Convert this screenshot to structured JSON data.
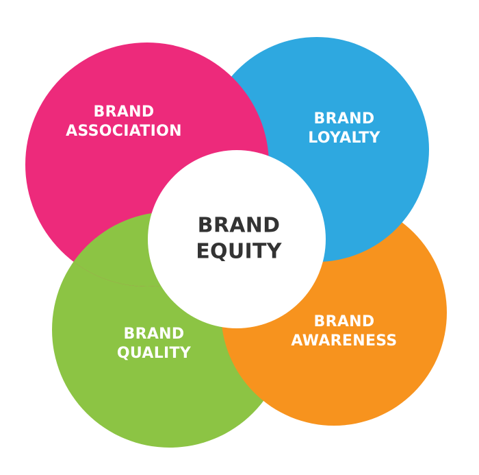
{
  "diagram": {
    "type": "overlapping-circles",
    "center": {
      "line1": "BRAND",
      "line2": "EQUITY",
      "fill": "#FFFFFF",
      "text_color": "#333333"
    },
    "segments": [
      {
        "id": "association",
        "line1": "BRAND",
        "line2": "ASSOCIATION",
        "fill": "#ED2A7B",
        "position": "top-left"
      },
      {
        "id": "loyalty",
        "line1": "BRAND",
        "line2": "LOYALTY",
        "fill": "#2EA8E0",
        "position": "top-right"
      },
      {
        "id": "awareness",
        "line1": "BRAND",
        "line2": "AWARENESS",
        "fill": "#F7931E",
        "position": "bottom-right"
      },
      {
        "id": "quality",
        "line1": "BRAND",
        "line2": "QUALITY",
        "fill": "#8CC444",
        "position": "bottom-left"
      }
    ]
  }
}
